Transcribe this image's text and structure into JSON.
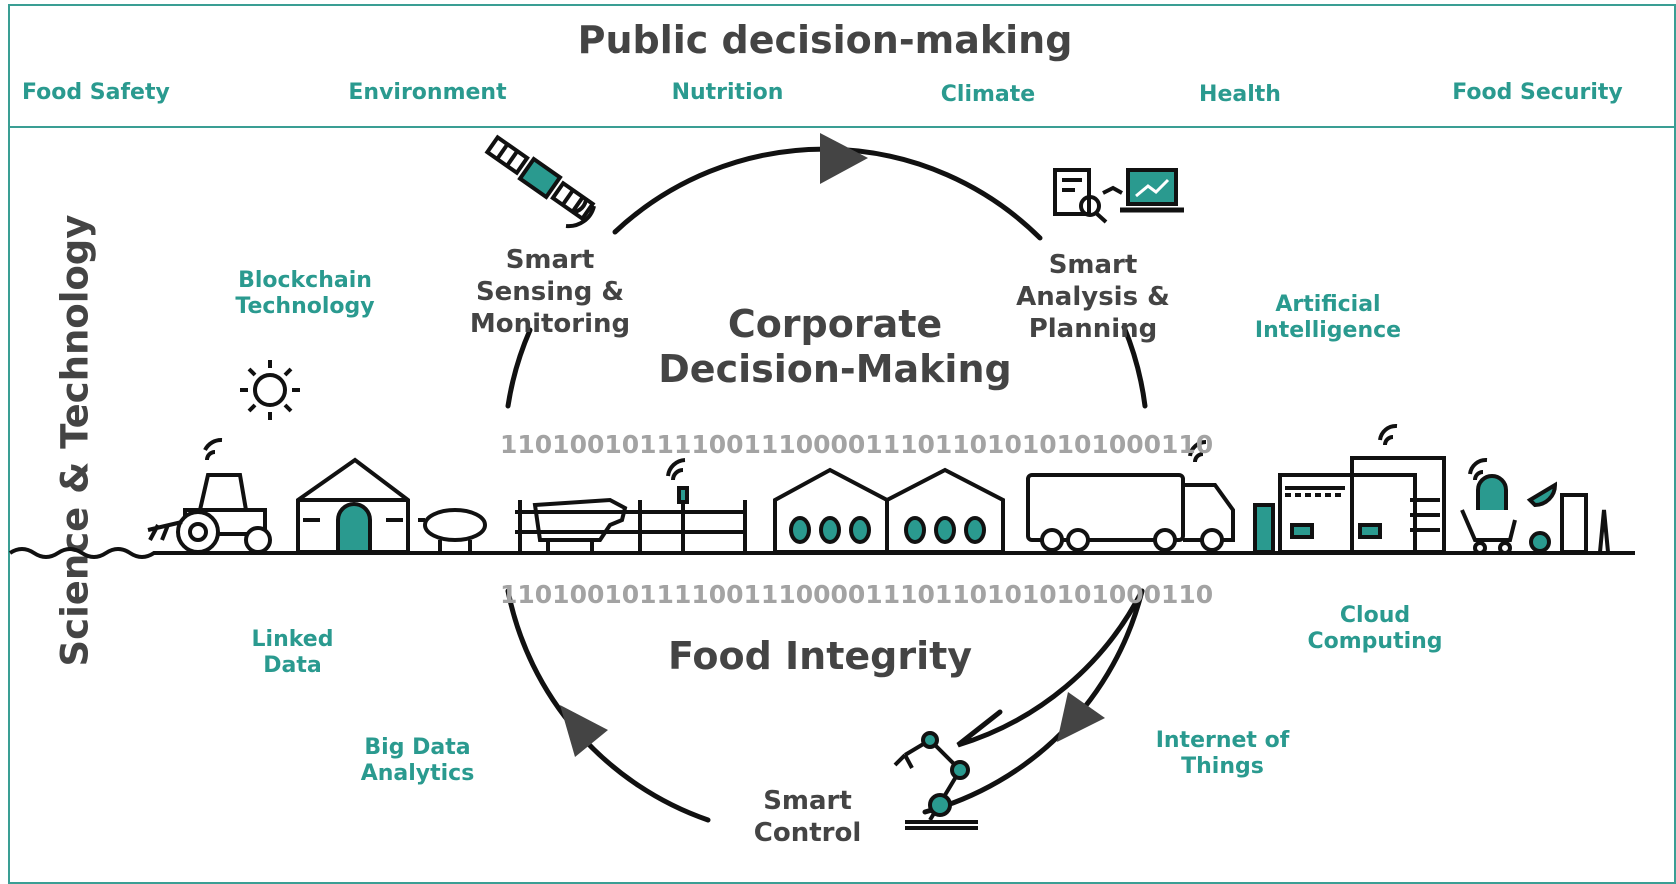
{
  "public": {
    "title": "Public decision-making",
    "topics": [
      "Food Safety",
      "Environment",
      "Nutrition",
      "Climate",
      "Health",
      "Food Security"
    ]
  },
  "side_label": "Science & Technology",
  "technologies": {
    "blockchain": "Blockchain\nTechnology",
    "ai": "Artificial\nIntelligence",
    "linked_data": "Linked\nData",
    "cloud": "Cloud\nComputing",
    "big_data": "Big Data\nAnalytics",
    "iot": "Internet of\nThings"
  },
  "stages": {
    "sensing": "Smart\nSensing &\nMonitoring",
    "analysis": "Smart\nAnalysis &\nPlanning",
    "control": "Smart\nControl"
  },
  "center": {
    "corporate": "Corporate\nDecision-Making",
    "integrity": "Food Integrity"
  },
  "binary": {
    "upper": "11010010111100111000011101101010101000110",
    "lower": "11010010111100111000011101101010101000110"
  },
  "colors": {
    "accent": "#2a9a8f",
    "text": "#444444",
    "binary": "#a3a3a3",
    "line": "#111111"
  },
  "icons": [
    "satellite-icon",
    "report-laptop-icon",
    "robot-arm-icon",
    "sun-icon",
    "tractor-icon",
    "barn-icon",
    "pig-icon",
    "cow-icon",
    "sensor-icon",
    "greenhouse-icon",
    "truck-icon",
    "shop-icon",
    "grocery-icon"
  ]
}
